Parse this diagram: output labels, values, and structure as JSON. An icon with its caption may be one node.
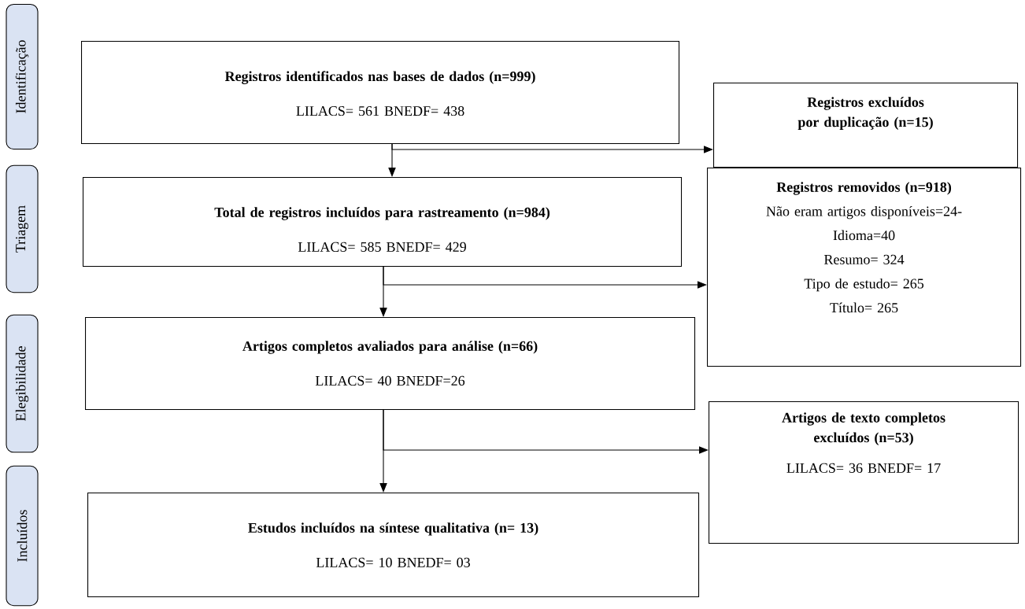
{
  "diagram": {
    "nodes": [
      {
        "text": [
          "Identificação"
        ]
      },
      {
        "text": [
          "Triagem"
        ]
      },
      {
        "text": [
          "Elegibilidade"
        ]
      },
      {
        "text": [
          "Incluídos"
        ]
      },
      {
        "text": [
          "Registros identificados nas bases de dados (n=999)",
          "LILACS= 561 BNEDF= 438"
        ]
      },
      {
        "text": [
          "Total de registros incluídos para rastreamento (n=984)",
          "LILACS= 585 BNEDF= 429"
        ]
      },
      {
        "text": [
          "Artigos completos avaliados para análise (n=66)",
          "LILACS= 40 BNEDF=26"
        ]
      },
      {
        "text": [
          "Estudos incluídos na síntese qualitativa (n= 13)",
          "LILACS= 10 BNEDF= 03"
        ]
      },
      {
        "text": [
          "Registros excluídos por duplicação (n=15)"
        ]
      },
      {
        "text": [
          "Registros removidos (n=918)",
          "Não eram artigos disponíveis=24-",
          "Idioma=40",
          "Resumo= 324",
          "Tipo de estudo= 265",
          "Título= 265"
        ]
      },
      {
        "text": [
          "Artigos de texto completos excluídos (n=53)",
          "LILACS= 36 BNEDF= 17"
        ]
      }
    ],
    "edges": [
      {
        "from": 4,
        "to": 5,
        "arrow": "to"
      },
      {
        "from": 4,
        "to": 8,
        "arrow": "to"
      },
      {
        "from": 5,
        "to": 6,
        "arrow": "to"
      },
      {
        "from": 5,
        "to": 9,
        "arrow": "to"
      },
      {
        "from": 6,
        "to": 7,
        "arrow": "to"
      },
      {
        "from": 6,
        "to": 10,
        "arrow": "to"
      }
    ]
  }
}
